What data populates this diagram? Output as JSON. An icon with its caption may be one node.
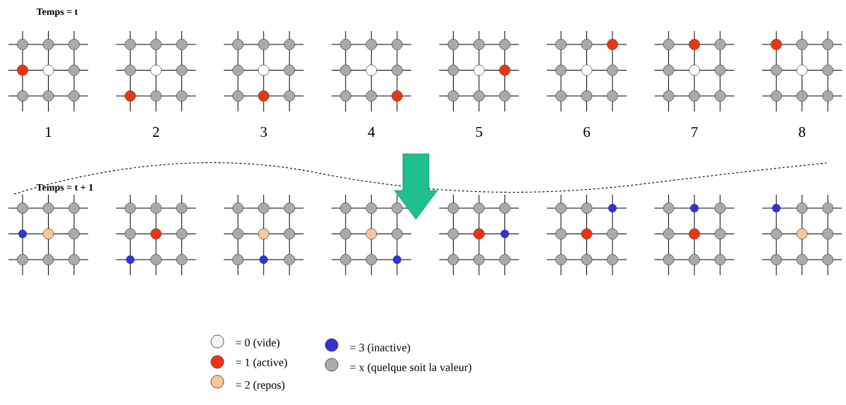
{
  "diagram": {
    "labels": [
      "Temps = t",
      "1",
      "2",
      "3",
      "4",
      "5",
      "6",
      "7",
      "8",
      "Temps = t + 1"
    ],
    "legend": [
      {
        "text": "= 0 (vide)",
        "color": "#f5f5f5"
      },
      {
        "text": "= 1 (active)",
        "color": "#ee3311"
      },
      {
        "text": "= 2 (repos)",
        "color": "#f8c898"
      },
      {
        "text": "= 3 (inactive)",
        "color": "#3333cc"
      },
      {
        "text": "= x (quelque soit la valeur)",
        "color": "#aaaaaa"
      }
    ]
  }
}
